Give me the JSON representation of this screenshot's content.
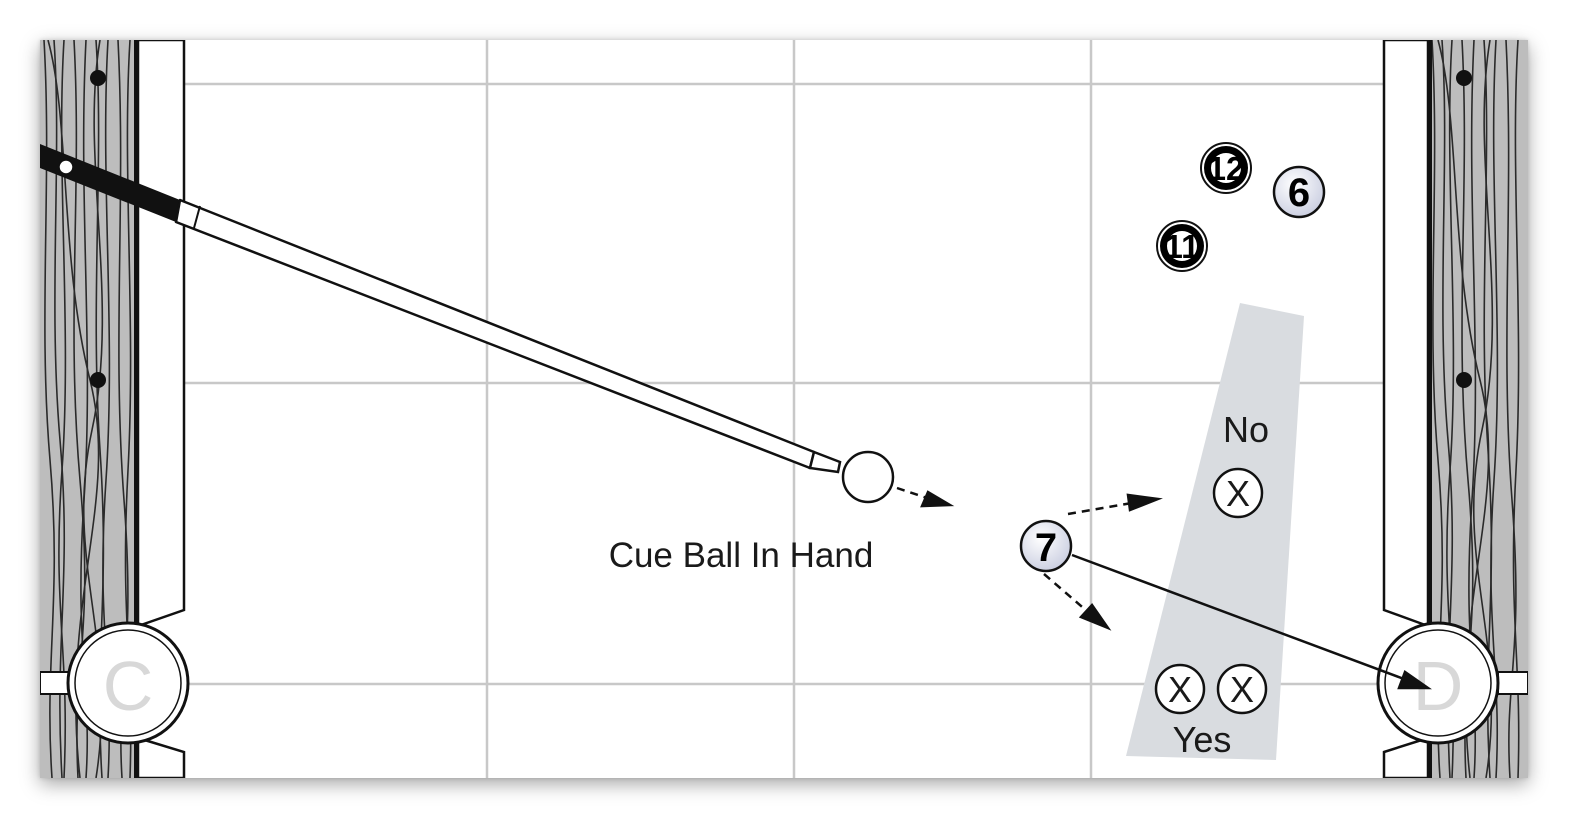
{
  "diagram": {
    "caption": "Cue Ball In Hand",
    "shaded_zone": {
      "top_label": "No",
      "bottom_label": "Yes"
    },
    "pockets": [
      {
        "id": "left",
        "label": "C"
      },
      {
        "id": "right",
        "label": "D"
      }
    ],
    "balls": [
      {
        "number": "12",
        "style": "stripe-dark"
      },
      {
        "number": "6",
        "style": "solid-light"
      },
      {
        "number": "11",
        "style": "stripe-dark"
      },
      {
        "number": "7",
        "style": "solid-light"
      }
    ],
    "markers": [
      {
        "symbol": "X",
        "zone": "No"
      },
      {
        "symbol": "X",
        "zone": "Yes"
      },
      {
        "symbol": "X",
        "zone": "Yes"
      }
    ],
    "colors": {
      "shade": "#d9dce0",
      "grid": "#c8c8c8",
      "light_ball": "#e6e8f0",
      "dark_ball": "#000000"
    }
  }
}
